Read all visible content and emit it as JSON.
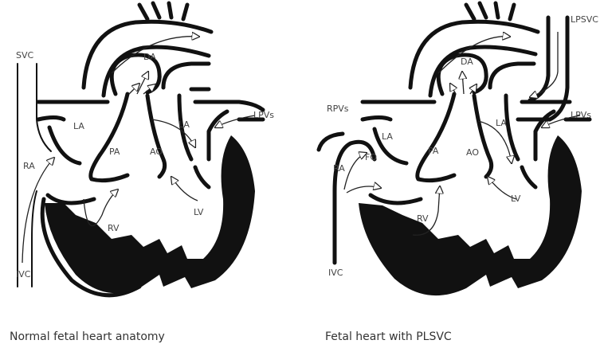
{
  "panels": [
    {
      "caption": "Normal fetal heart anatomy",
      "labels": {
        "svc": "SVC",
        "ivc": "IVC",
        "ra": "RA",
        "la": "LA",
        "pa": "PA",
        "ao": "AO",
        "da": "DA",
        "rv": "RV",
        "lv": "LV",
        "la_right": "LA",
        "lpvs": "LPVs"
      }
    },
    {
      "caption": "Fetal heart with PLSVC",
      "labels": {
        "lpsvc": "LPSVC",
        "rpvs": "RPVs",
        "lpvs": "LPVs",
        "ra": "RA",
        "fo": "FO",
        "la": "LA",
        "la_right": "LA",
        "pa": "PA",
        "ao": "AO",
        "da": "DA",
        "rv": "RV",
        "lv": "LV",
        "ivc": "IVC"
      }
    }
  ],
  "colors": {
    "ink": "#111111",
    "label": "#444444",
    "caption": "#333333"
  }
}
